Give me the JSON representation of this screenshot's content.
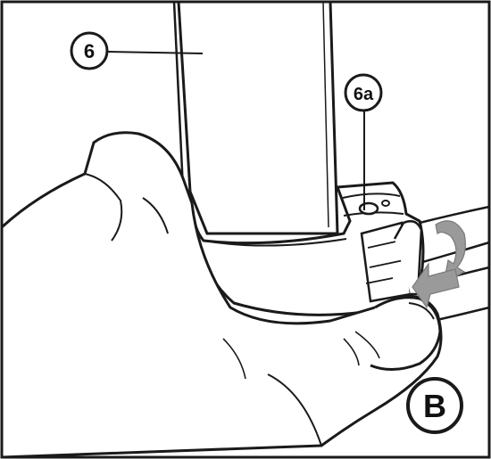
{
  "callouts": {
    "part_6": "6",
    "part_6a": "6a",
    "step": "B"
  },
  "colors": {
    "line": "#1a1a1a",
    "paper": "#ffffff",
    "arrow_gray": "#9a9a9a",
    "arrow_gray_dark": "#7a7a7a"
  },
  "icons": {
    "rotation_arrow": "curved-rotate-arrow-icon"
  }
}
